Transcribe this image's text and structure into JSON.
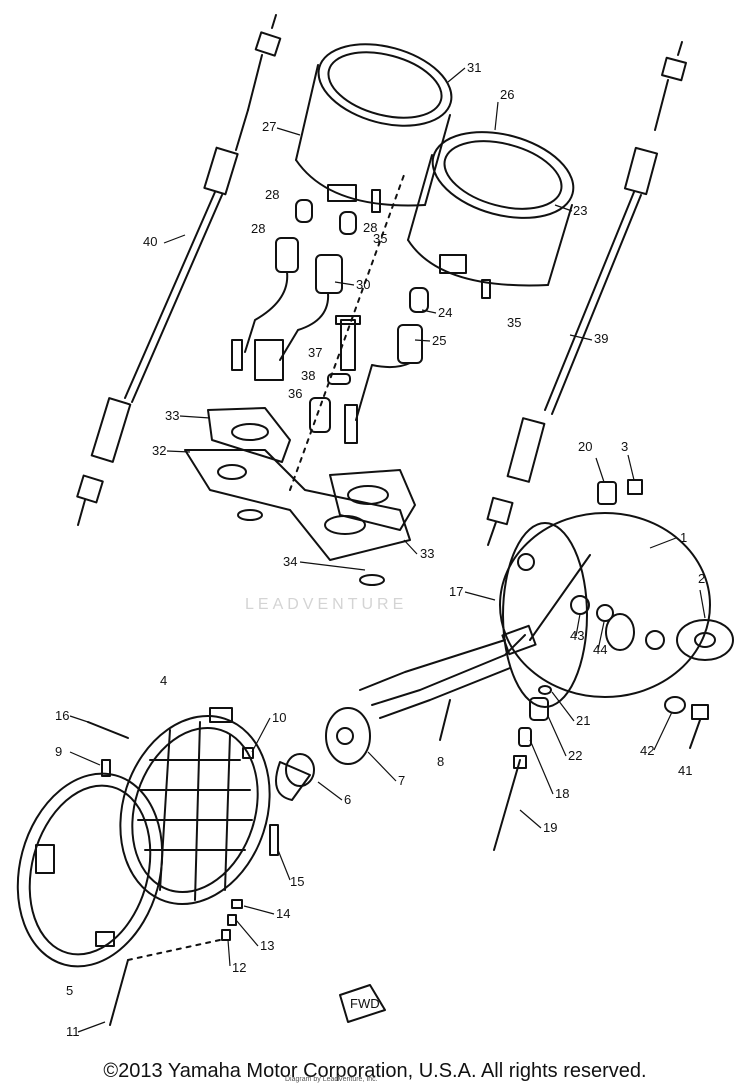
{
  "watermark": "LEADVENTURE",
  "copyright": "©2013 Yamaha Motor Corporation, U.S.A. All rights reserved.",
  "credit": "Diagram by LeadVenture, Inc.",
  "fwd_label": "FWD",
  "callouts": [
    {
      "id": "1",
      "text": "1"
    },
    {
      "id": "2",
      "text": "2"
    },
    {
      "id": "3",
      "text": "3"
    },
    {
      "id": "4",
      "text": "4"
    },
    {
      "id": "5",
      "text": "5"
    },
    {
      "id": "6",
      "text": "6"
    },
    {
      "id": "7",
      "text": "7"
    },
    {
      "id": "8",
      "text": "8"
    },
    {
      "id": "9",
      "text": "9"
    },
    {
      "id": "10",
      "text": "10"
    },
    {
      "id": "11",
      "text": "11"
    },
    {
      "id": "12",
      "text": "12"
    },
    {
      "id": "13",
      "text": "13"
    },
    {
      "id": "14",
      "text": "14"
    },
    {
      "id": "15",
      "text": "15"
    },
    {
      "id": "16",
      "text": "16"
    },
    {
      "id": "17",
      "text": "17"
    },
    {
      "id": "18",
      "text": "18"
    },
    {
      "id": "19",
      "text": "19"
    },
    {
      "id": "20",
      "text": "20"
    },
    {
      "id": "21",
      "text": "21"
    },
    {
      "id": "22",
      "text": "22"
    },
    {
      "id": "23",
      "text": "23"
    },
    {
      "id": "24",
      "text": "24"
    },
    {
      "id": "25",
      "text": "25"
    },
    {
      "id": "26",
      "text": "26"
    },
    {
      "id": "27",
      "text": "27"
    },
    {
      "id": "28a",
      "text": "28"
    },
    {
      "id": "28b",
      "text": "28"
    },
    {
      "id": "28c",
      "text": "28"
    },
    {
      "id": "30",
      "text": "30"
    },
    {
      "id": "31",
      "text": "31"
    },
    {
      "id": "32",
      "text": "32"
    },
    {
      "id": "33a",
      "text": "33"
    },
    {
      "id": "33b",
      "text": "33"
    },
    {
      "id": "34",
      "text": "34"
    },
    {
      "id": "35a",
      "text": "35"
    },
    {
      "id": "35b",
      "text": "35"
    },
    {
      "id": "36",
      "text": "36"
    },
    {
      "id": "37",
      "text": "37"
    },
    {
      "id": "38",
      "text": "38"
    },
    {
      "id": "39",
      "text": "39"
    },
    {
      "id": "40",
      "text": "40"
    },
    {
      "id": "41",
      "text": "41"
    },
    {
      "id": "42",
      "text": "42"
    },
    {
      "id": "43",
      "text": "43"
    },
    {
      "id": "44",
      "text": "44"
    }
  ]
}
